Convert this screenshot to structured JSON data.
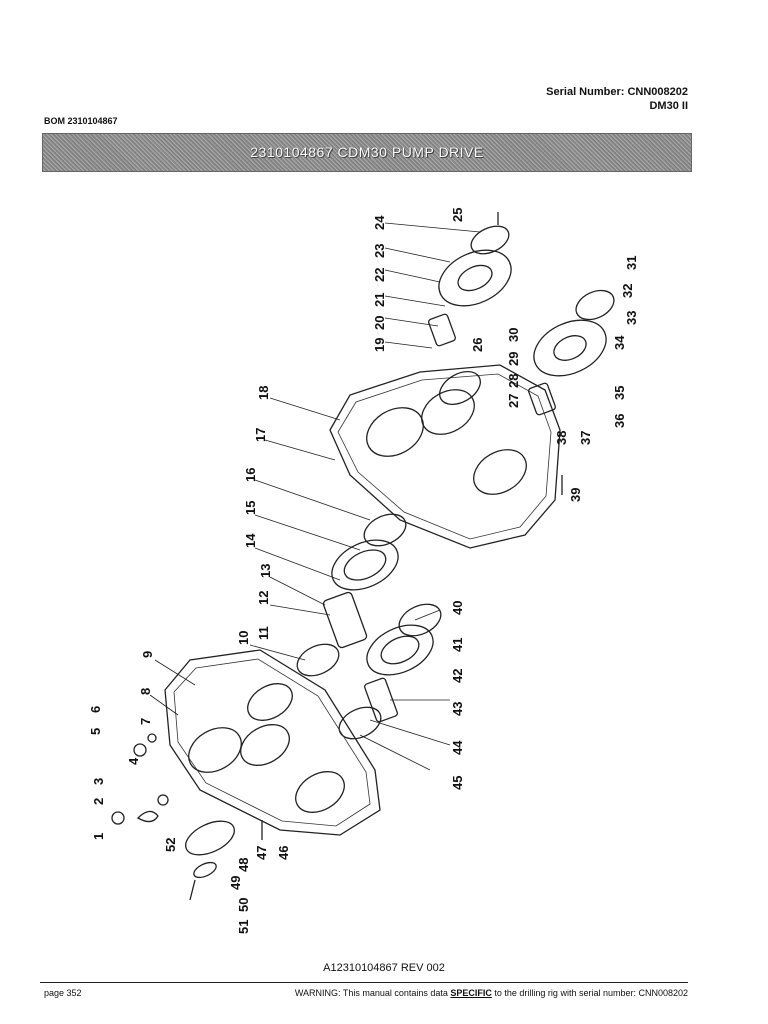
{
  "header": {
    "serial_number": "Serial Number: CNN008202",
    "model": "DM30 II",
    "bom": "BOM 2310104867",
    "title": "2310104867 CDM30 PUMP DRIVE"
  },
  "callouts": [
    "1",
    "2",
    "3",
    "4",
    "5",
    "6",
    "7",
    "8",
    "9",
    "10",
    "11",
    "12",
    "13",
    "14",
    "15",
    "16",
    "17",
    "18",
    "19",
    "20",
    "21",
    "22",
    "23",
    "24",
    "25",
    "26",
    "27",
    "28",
    "29",
    "30",
    "31",
    "32",
    "33",
    "34",
    "35",
    "36",
    "37",
    "38",
    "39",
    "40",
    "41",
    "42",
    "43",
    "44",
    "45",
    "46",
    "47",
    "48",
    "49",
    "50",
    "51",
    "52"
  ],
  "footer": {
    "revision": "A12310104867 REV 002",
    "page": "page 352",
    "warning_prefix": "WARNING:  This manual contains data ",
    "warning_specific": "SPECIFIC",
    "warning_suffix": " to the drilling rig with serial number: CNN008202"
  }
}
